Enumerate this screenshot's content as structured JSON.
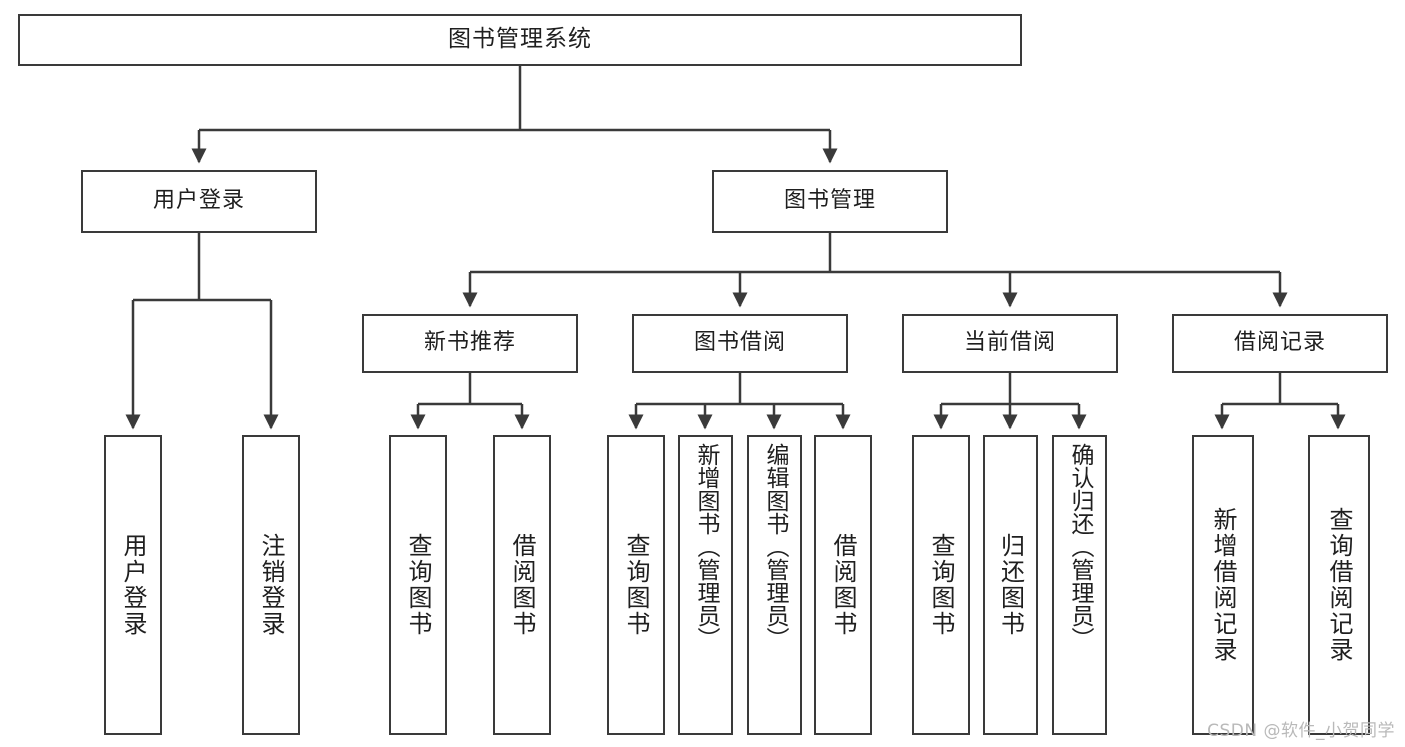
{
  "diagram": {
    "type": "tree-hierarchy",
    "title": "图书管理系统",
    "orientation": "top-down",
    "stroke_color": "#3a3a3a",
    "fill_color": "#ffffff",
    "text_color": "#1f1f1f",
    "levels": 4
  },
  "nodes": {
    "root": {
      "label": "图书管理系统"
    },
    "level2": [
      {
        "label": "用户登录"
      },
      {
        "label": "图书管理"
      }
    ],
    "level3": [
      {
        "label": "新书推荐"
      },
      {
        "label": "图书借阅"
      },
      {
        "label": "当前借阅"
      },
      {
        "label": "借阅记录"
      }
    ],
    "leaves": {
      "user_login": [
        {
          "label": "用户登录"
        },
        {
          "label": "注销登录"
        }
      ],
      "new_book_recommend": [
        {
          "label": "查询图书"
        },
        {
          "label": "借阅图书"
        }
      ],
      "book_borrow": [
        {
          "label": "查询图书"
        },
        {
          "label": "新增图书（管理员）"
        },
        {
          "label": "编辑图书（管理员）"
        },
        {
          "label": "借阅图书"
        }
      ],
      "current_borrow": [
        {
          "label": "查询图书"
        },
        {
          "label": "归还图书"
        },
        {
          "label": "确认归还（管理员）"
        }
      ],
      "borrow_record": [
        {
          "label": "新增借阅记录"
        },
        {
          "label": "查询借阅记录"
        }
      ]
    }
  },
  "watermark": {
    "text": "CSDN @软件_小贺同学"
  }
}
